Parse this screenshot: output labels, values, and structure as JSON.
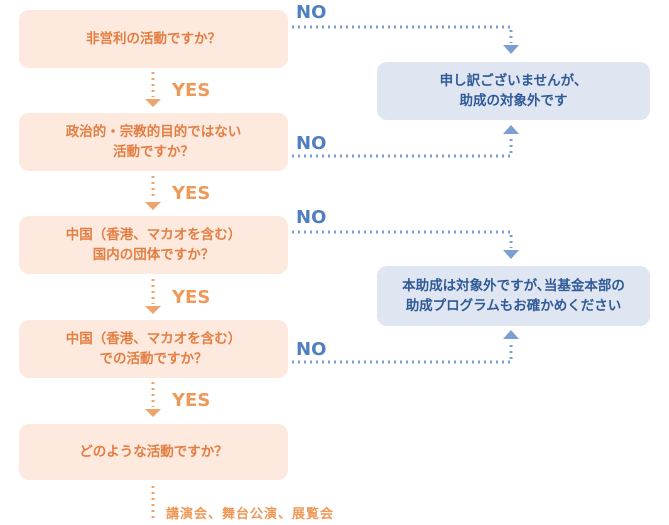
{
  "questions": [
    "非営利の活動ですか？",
    "政治的・宗教的目的ではない\n活動ですか？",
    "中国（香港、マカオを含む）\n国内の団体ですか？",
    "中国（香港、マカオを含む）\nでの活動ですか？",
    "どのような活動ですか？"
  ],
  "results": [
    "申し訳ございませんが、\n助成の対象外です",
    "本助成は対象外ですが､当基金本部の\n助成プログラムもお確かめください"
  ],
  "yes_label": "YES",
  "no_label": "NO",
  "footer": "講演会、舞台公演、展覧会",
  "colors": {
    "question_bg": "#fde9dd",
    "question_text": "#e37e43",
    "result_bg": "#dfe6f2",
    "result_text": "#2f5a97",
    "yes_connector": "#f0a46d",
    "no_connector": "#7b9fd0"
  }
}
